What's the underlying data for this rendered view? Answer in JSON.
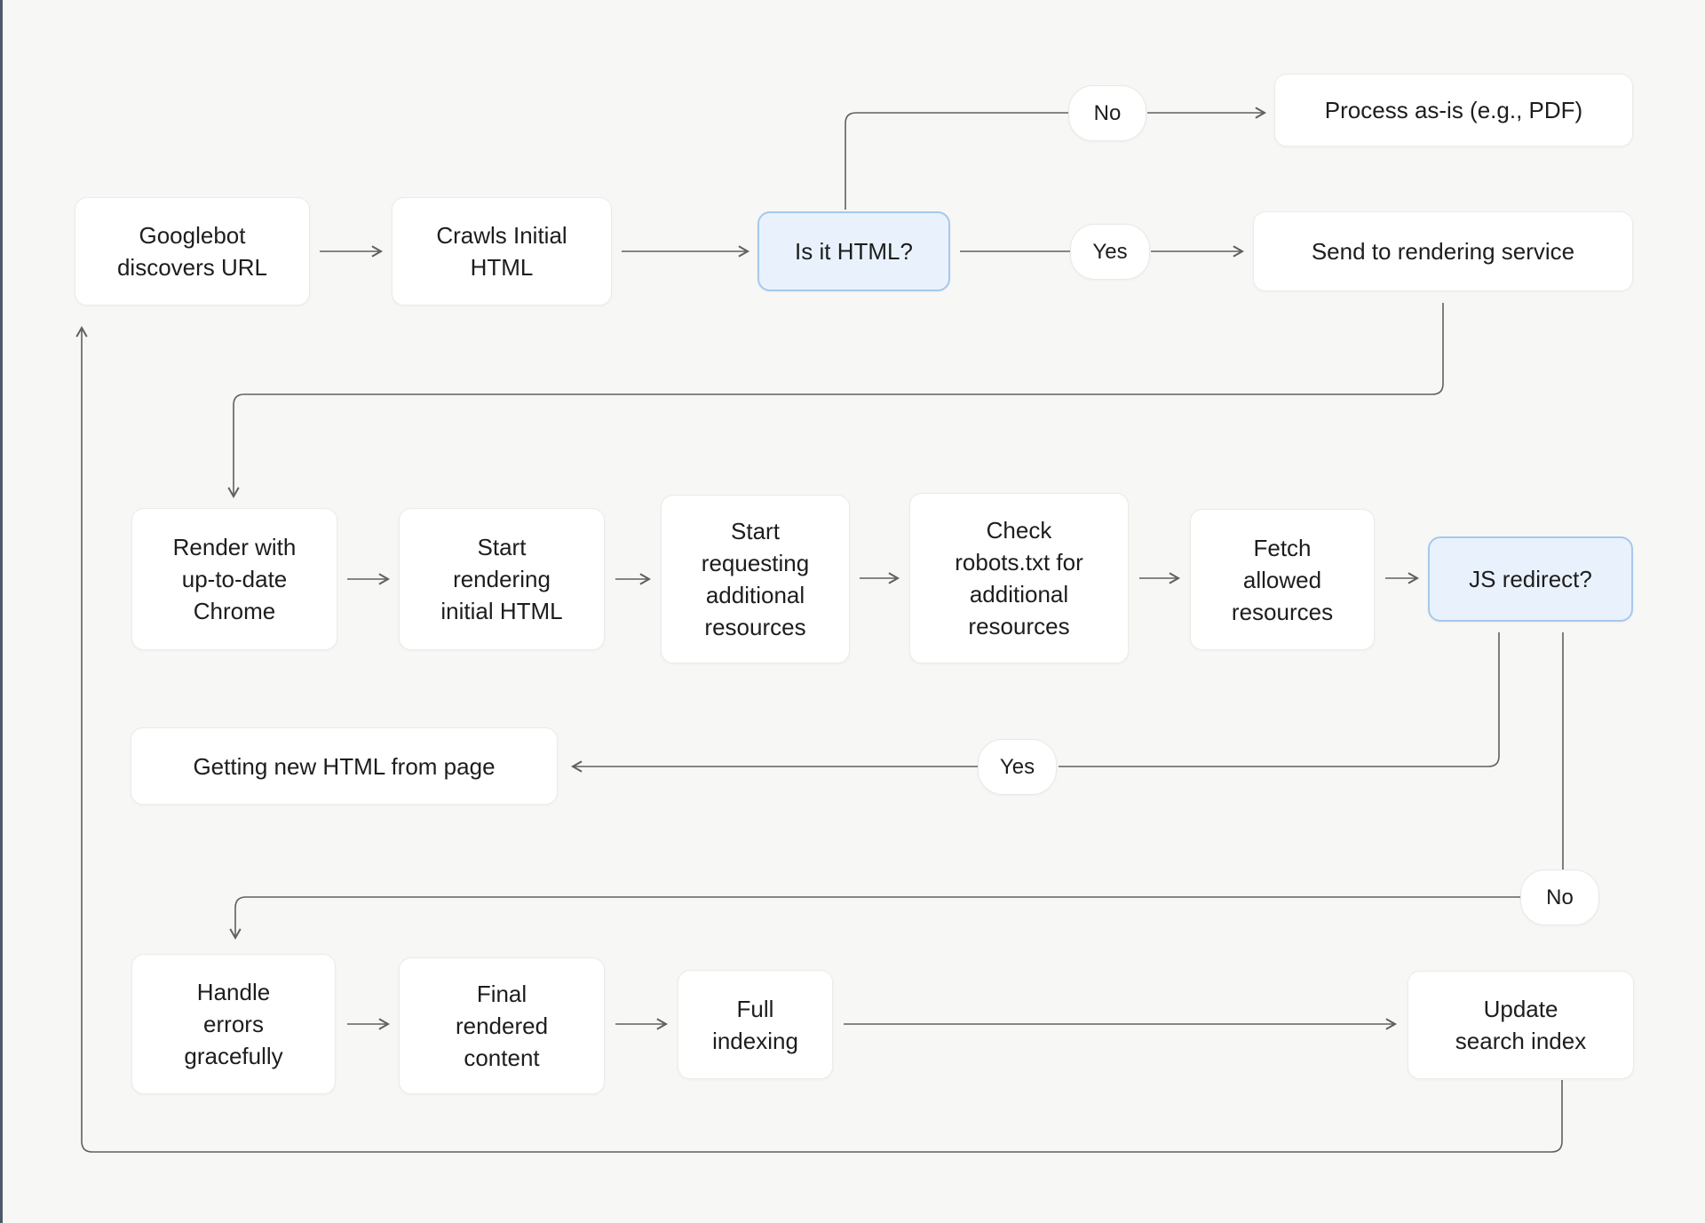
{
  "flowchart": {
    "nodes": [
      {
        "id": "googlebot-discovers-url",
        "label": "Googlebot discovers URL",
        "highlighted": false
      },
      {
        "id": "crawls-initial-html",
        "label": "Crawls Initial HTML",
        "highlighted": false
      },
      {
        "id": "is-it-html",
        "label": "Is it HTML?",
        "highlighted": true
      },
      {
        "id": "process-as-is",
        "label": "Process as-is (e.g., PDF)",
        "highlighted": false
      },
      {
        "id": "send-to-rendering-service",
        "label": "Send to rendering service",
        "highlighted": false
      },
      {
        "id": "render-with-up-to-date-chrome",
        "label": "Render with up-to-date Chrome",
        "highlighted": false
      },
      {
        "id": "start-rendering-initial-html",
        "label": "Start rendering initial HTML",
        "highlighted": false
      },
      {
        "id": "start-requesting-additional-resources",
        "label": "Start requesting additional resources",
        "highlighted": false
      },
      {
        "id": "check-robots-txt-for-additional-resources",
        "label": "Check robots.txt for additional resources",
        "highlighted": false
      },
      {
        "id": "fetch-allowed-resources",
        "label": "Fetch allowed resources",
        "highlighted": false
      },
      {
        "id": "js-redirect",
        "label": "JS redirect?",
        "highlighted": true
      },
      {
        "id": "getting-new-html-from-page",
        "label": "Getting new HTML from page",
        "highlighted": false
      },
      {
        "id": "handle-errors-gracefully",
        "label": "Handle errors gracefully",
        "highlighted": false
      },
      {
        "id": "final-rendered-content",
        "label": "Final rendered content",
        "highlighted": false
      },
      {
        "id": "full-indexing",
        "label": "Full indexing",
        "highlighted": false
      },
      {
        "id": "update-search-index",
        "label": "Update search index",
        "highlighted": false
      }
    ],
    "decision_labels": [
      {
        "id": "no-not-html",
        "label": "No"
      },
      {
        "id": "yes-is-html",
        "label": "Yes"
      },
      {
        "id": "yes-js-redirect",
        "label": "Yes"
      },
      {
        "id": "no-js-redirect",
        "label": "No"
      }
    ],
    "colors": {
      "background": "#f7f7f5",
      "left_edge_strip": "#4a5a68",
      "node_fill": "#ffffff",
      "node_border": "#ebebe9",
      "highlight_fill": "#e9f2fc",
      "highlight_border": "#a5c8ee",
      "connector": "#606060",
      "text": "#1d1d1d"
    }
  }
}
